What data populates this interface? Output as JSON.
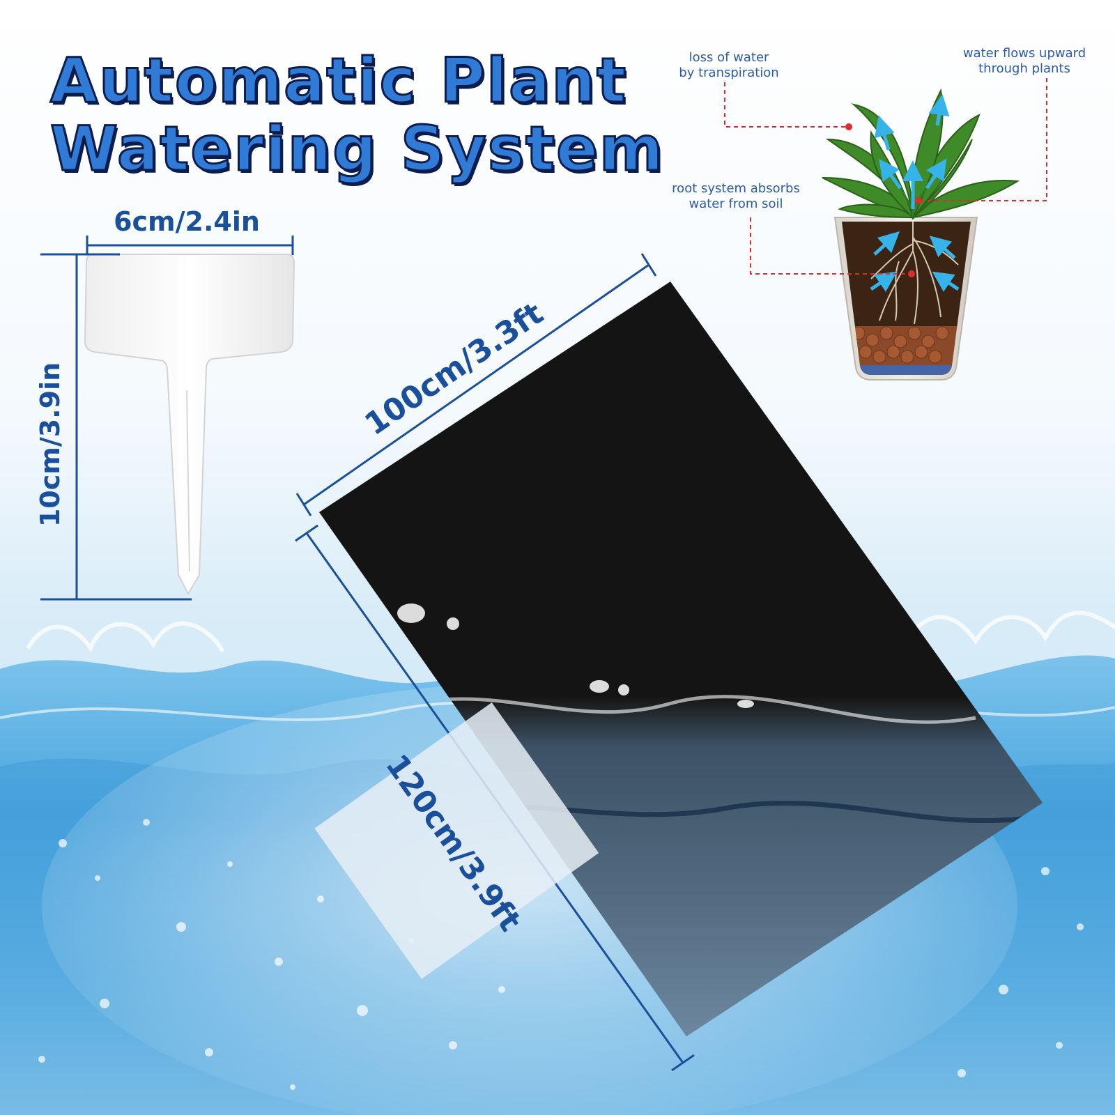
{
  "title": {
    "line1": "Automatic Plant",
    "line2": "Watering System"
  },
  "plant_label": {
    "width": "6cm/2.4in",
    "height": "10cm/3.9in"
  },
  "mat": {
    "width": "100cm/3.3ft",
    "length": "120cm/3.9ft"
  },
  "diagram": {
    "transpiration": "loss of water\nby transpiration",
    "upward_flow": "water flows upward\nthrough plants",
    "roots": "root system absorbs\nwater from soil"
  },
  "colors": {
    "title_fill": "#2f7bd6",
    "title_outline": "#0b1d4f",
    "dimension": "#1a4f9c",
    "annotation": "#2b5aa8",
    "leader_line": "#e02b2b",
    "arrow": "#36b3e8",
    "mat": "#141414",
    "water": "#3d9ad8"
  }
}
